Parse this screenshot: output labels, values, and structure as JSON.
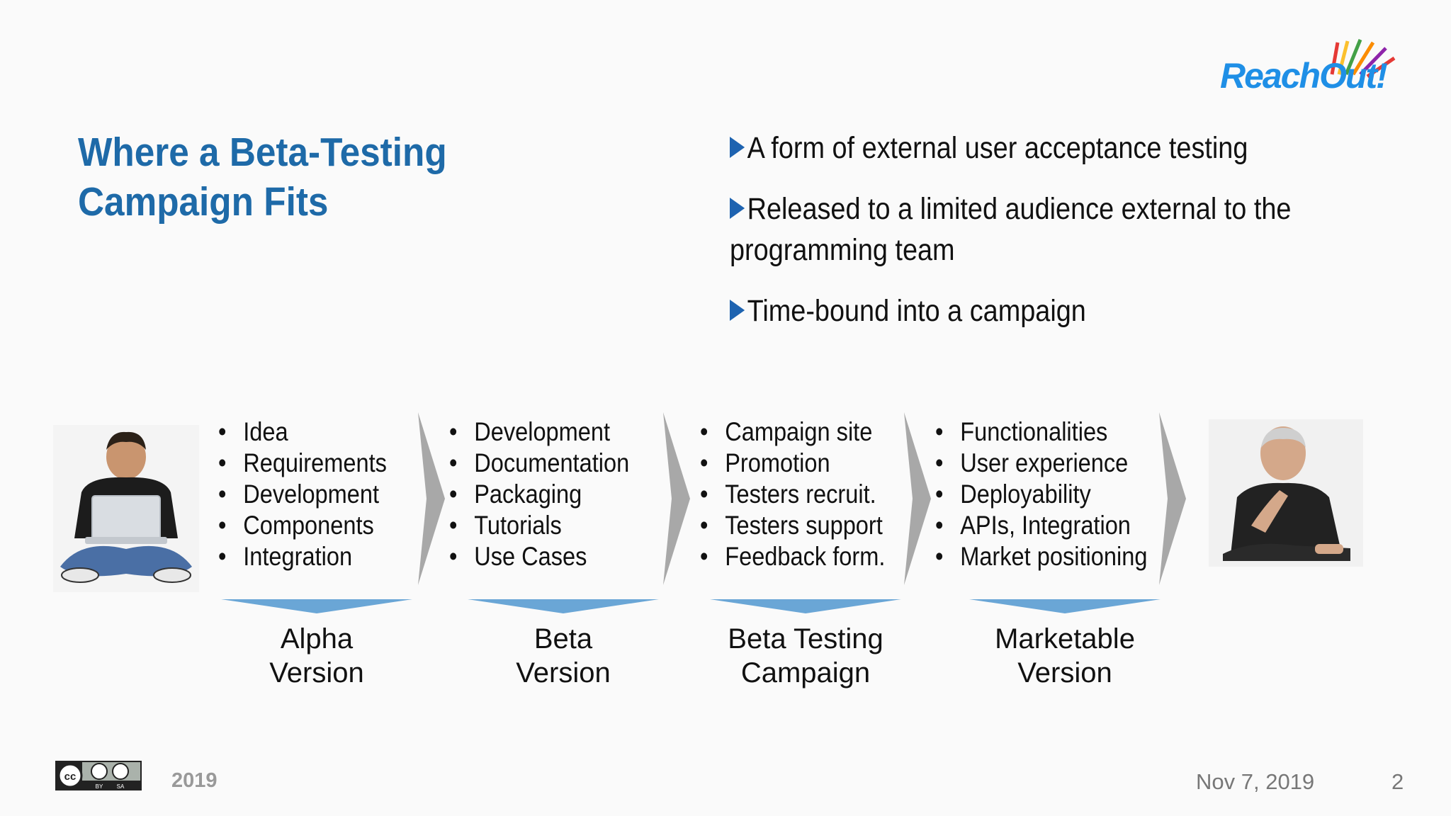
{
  "logo": {
    "text": "ReachOut!"
  },
  "title": {
    "line1": "Where a Beta-Testing",
    "line2": "Campaign Fits"
  },
  "bullets": [
    "A form of external user acceptance testing",
    "Released to a limited audience external to the programming team",
    "Time-bound into a campaign"
  ],
  "stages": [
    {
      "items": [
        "Idea",
        "Requirements",
        "Development",
        "Components",
        "Integration"
      ],
      "label_line1": "Alpha",
      "label_line2": "Version"
    },
    {
      "items": [
        "Development",
        "Documentation",
        "Packaging",
        "Tutorials",
        "Use Cases"
      ],
      "label_line1": "Beta",
      "label_line2": "Version"
    },
    {
      "items": [
        "Campaign site",
        "Promotion",
        "Testers recruit.",
        "Testers support",
        "Feedback form."
      ],
      "label_line1": "Beta Testing",
      "label_line2": "Campaign"
    },
    {
      "items": [
        "Functionalities",
        "User experience",
        "Deployability",
        "APIs, Integration",
        "Market positioning"
      ],
      "label_line1": "Marketable",
      "label_line2": "Version"
    }
  ],
  "colors": {
    "title": "#1e6aa8",
    "bullet_marker": "#1e63b0",
    "chevron": "#a8a8a8",
    "pointer": "#6aa6d6"
  },
  "footer": {
    "year": "2019",
    "date": "Nov 7, 2019",
    "page": "2",
    "license": "cc-by-sa-icon"
  }
}
